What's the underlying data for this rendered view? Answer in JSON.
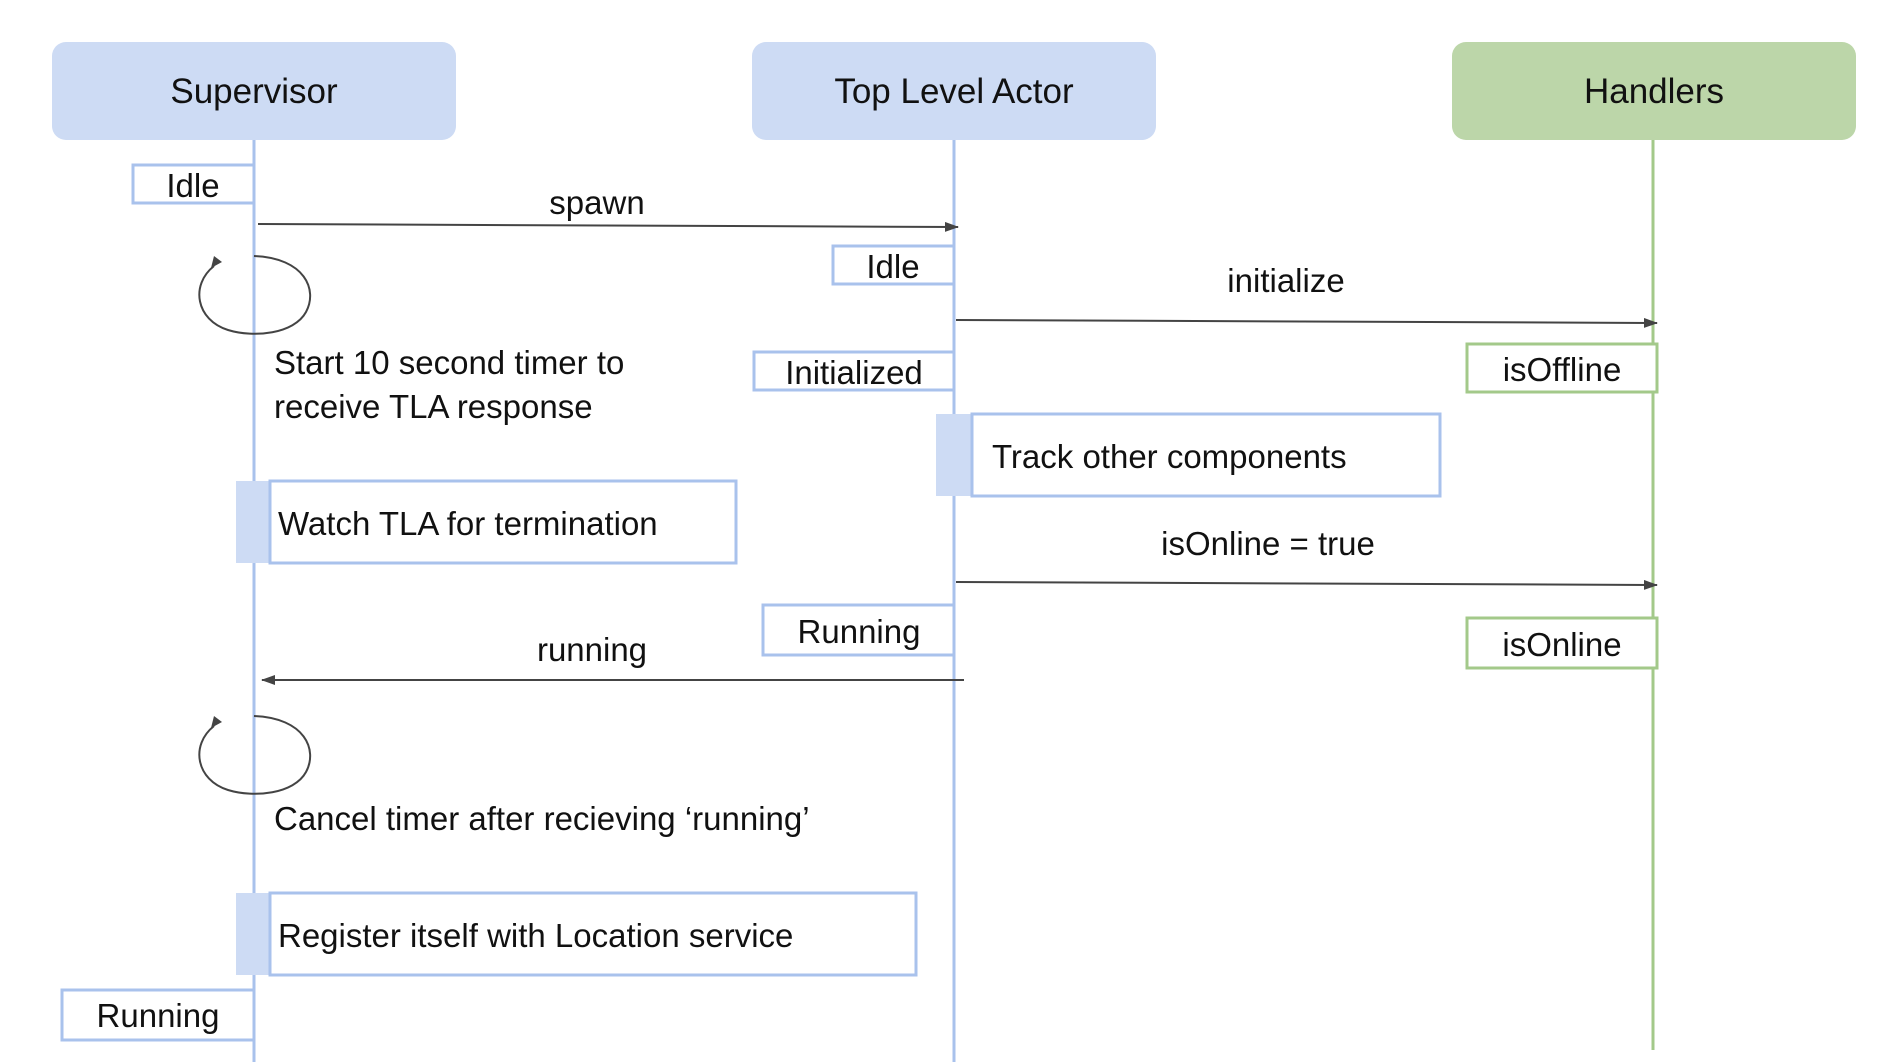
{
  "colors": {
    "lane_blue": "#cddbf4",
    "lane_green": "#bcd6a9",
    "line_blue": "#a9c2ec",
    "line_green": "#a3c98a",
    "arrow": "#444444",
    "text": "#111111"
  },
  "lanes": {
    "supervisor": "Supervisor",
    "tla": "Top Level Actor",
    "handlers": "Handlers"
  },
  "states": {
    "sup_idle": "Idle",
    "sup_running": "Running",
    "tla_idle": "Idle",
    "tla_initialized": "Initialized",
    "tla_running": "Running",
    "h_offline": "isOffline",
    "h_online": "isOnline"
  },
  "messages": {
    "spawn": "spawn",
    "initialize": "initialize",
    "is_online_true": "isOnline = true",
    "running": "running"
  },
  "activities": {
    "watch": "Watch TLA for termination",
    "track": "Track other components",
    "register": "Register itself with Location service"
  },
  "notes": {
    "timer_start_line1": "Start 10 second timer to",
    "timer_start_line2": "receive TLA response",
    "timer_cancel": "Cancel timer after recieving ‘running’"
  }
}
